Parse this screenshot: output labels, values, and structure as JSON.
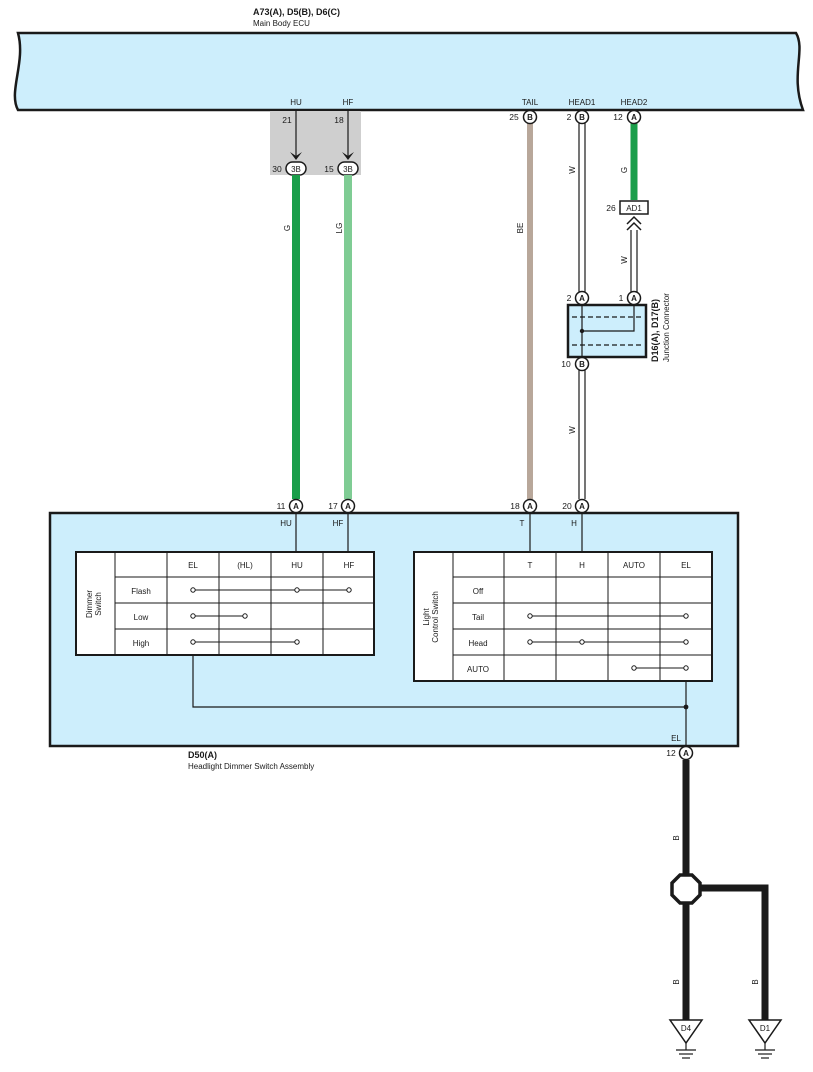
{
  "ecu": {
    "connectors": "A73(A), D5(B), D6(C)",
    "name": "Main Body ECU",
    "terminals": [
      {
        "label": "HU",
        "pin": "21"
      },
      {
        "label": "HF",
        "pin": "18"
      },
      {
        "label": "TAIL",
        "pin": "25",
        "conn": "B"
      },
      {
        "label": "HEAD1",
        "pin": "2",
        "conn": "B"
      },
      {
        "label": "HEAD2",
        "pin": "12",
        "conn": "A"
      }
    ]
  },
  "inline": [
    {
      "pin": "30",
      "conn": "3B"
    },
    {
      "pin": "15",
      "conn": "3B"
    }
  ],
  "wires": {
    "hu": "G",
    "hf": "LG",
    "tail": "BE",
    "head1_top": "W",
    "head1_bottom": "W",
    "head2_top": "G",
    "head2_bottom": "W",
    "ground_main": "B",
    "ground_d4": "B",
    "ground_d1": "B"
  },
  "ad1": {
    "pin": "26",
    "label": "AD1"
  },
  "junction": {
    "name1": "D16(A), D17(B)",
    "name2": "Junction Connector",
    "pins": [
      {
        "pin": "2",
        "conn": "A"
      },
      {
        "pin": "1",
        "conn": "A"
      },
      {
        "pin": "10",
        "conn": "B"
      }
    ]
  },
  "switch": {
    "id": "D50(A)",
    "name": "Headlight Dimmer Switch Assembly",
    "top_pins": [
      {
        "pin": "11",
        "conn": "A",
        "label": "HU"
      },
      {
        "pin": "17",
        "conn": "A",
        "label": "HF"
      },
      {
        "pin": "18",
        "conn": "A",
        "label": "T"
      },
      {
        "pin": "20",
        "conn": "A",
        "label": "H"
      }
    ],
    "el_pin": {
      "pin": "12",
      "conn": "A",
      "label": "EL"
    },
    "dimmer": {
      "title1": "Dimmer",
      "title2": "Switch",
      "columns": [
        "EL",
        "(HL)",
        "HU",
        "HF"
      ],
      "rows": [
        "Flash",
        "Low",
        "High"
      ]
    },
    "light": {
      "title1": "Light",
      "title2": "Control Switch",
      "columns": [
        "T",
        "H",
        "AUTO",
        "EL"
      ],
      "rows": [
        "Off",
        "Tail",
        "Head",
        "AUTO"
      ]
    }
  },
  "grounds": [
    "D4",
    "D1"
  ],
  "colors": {
    "ecu_fill": "#cdeefc",
    "wire_g": "#1a9e4a",
    "wire_lg": "#7fcc94",
    "wire_be": "#b8a79a",
    "wire_b": "#1a1a1a",
    "grey_box": "#cfcfcf"
  }
}
